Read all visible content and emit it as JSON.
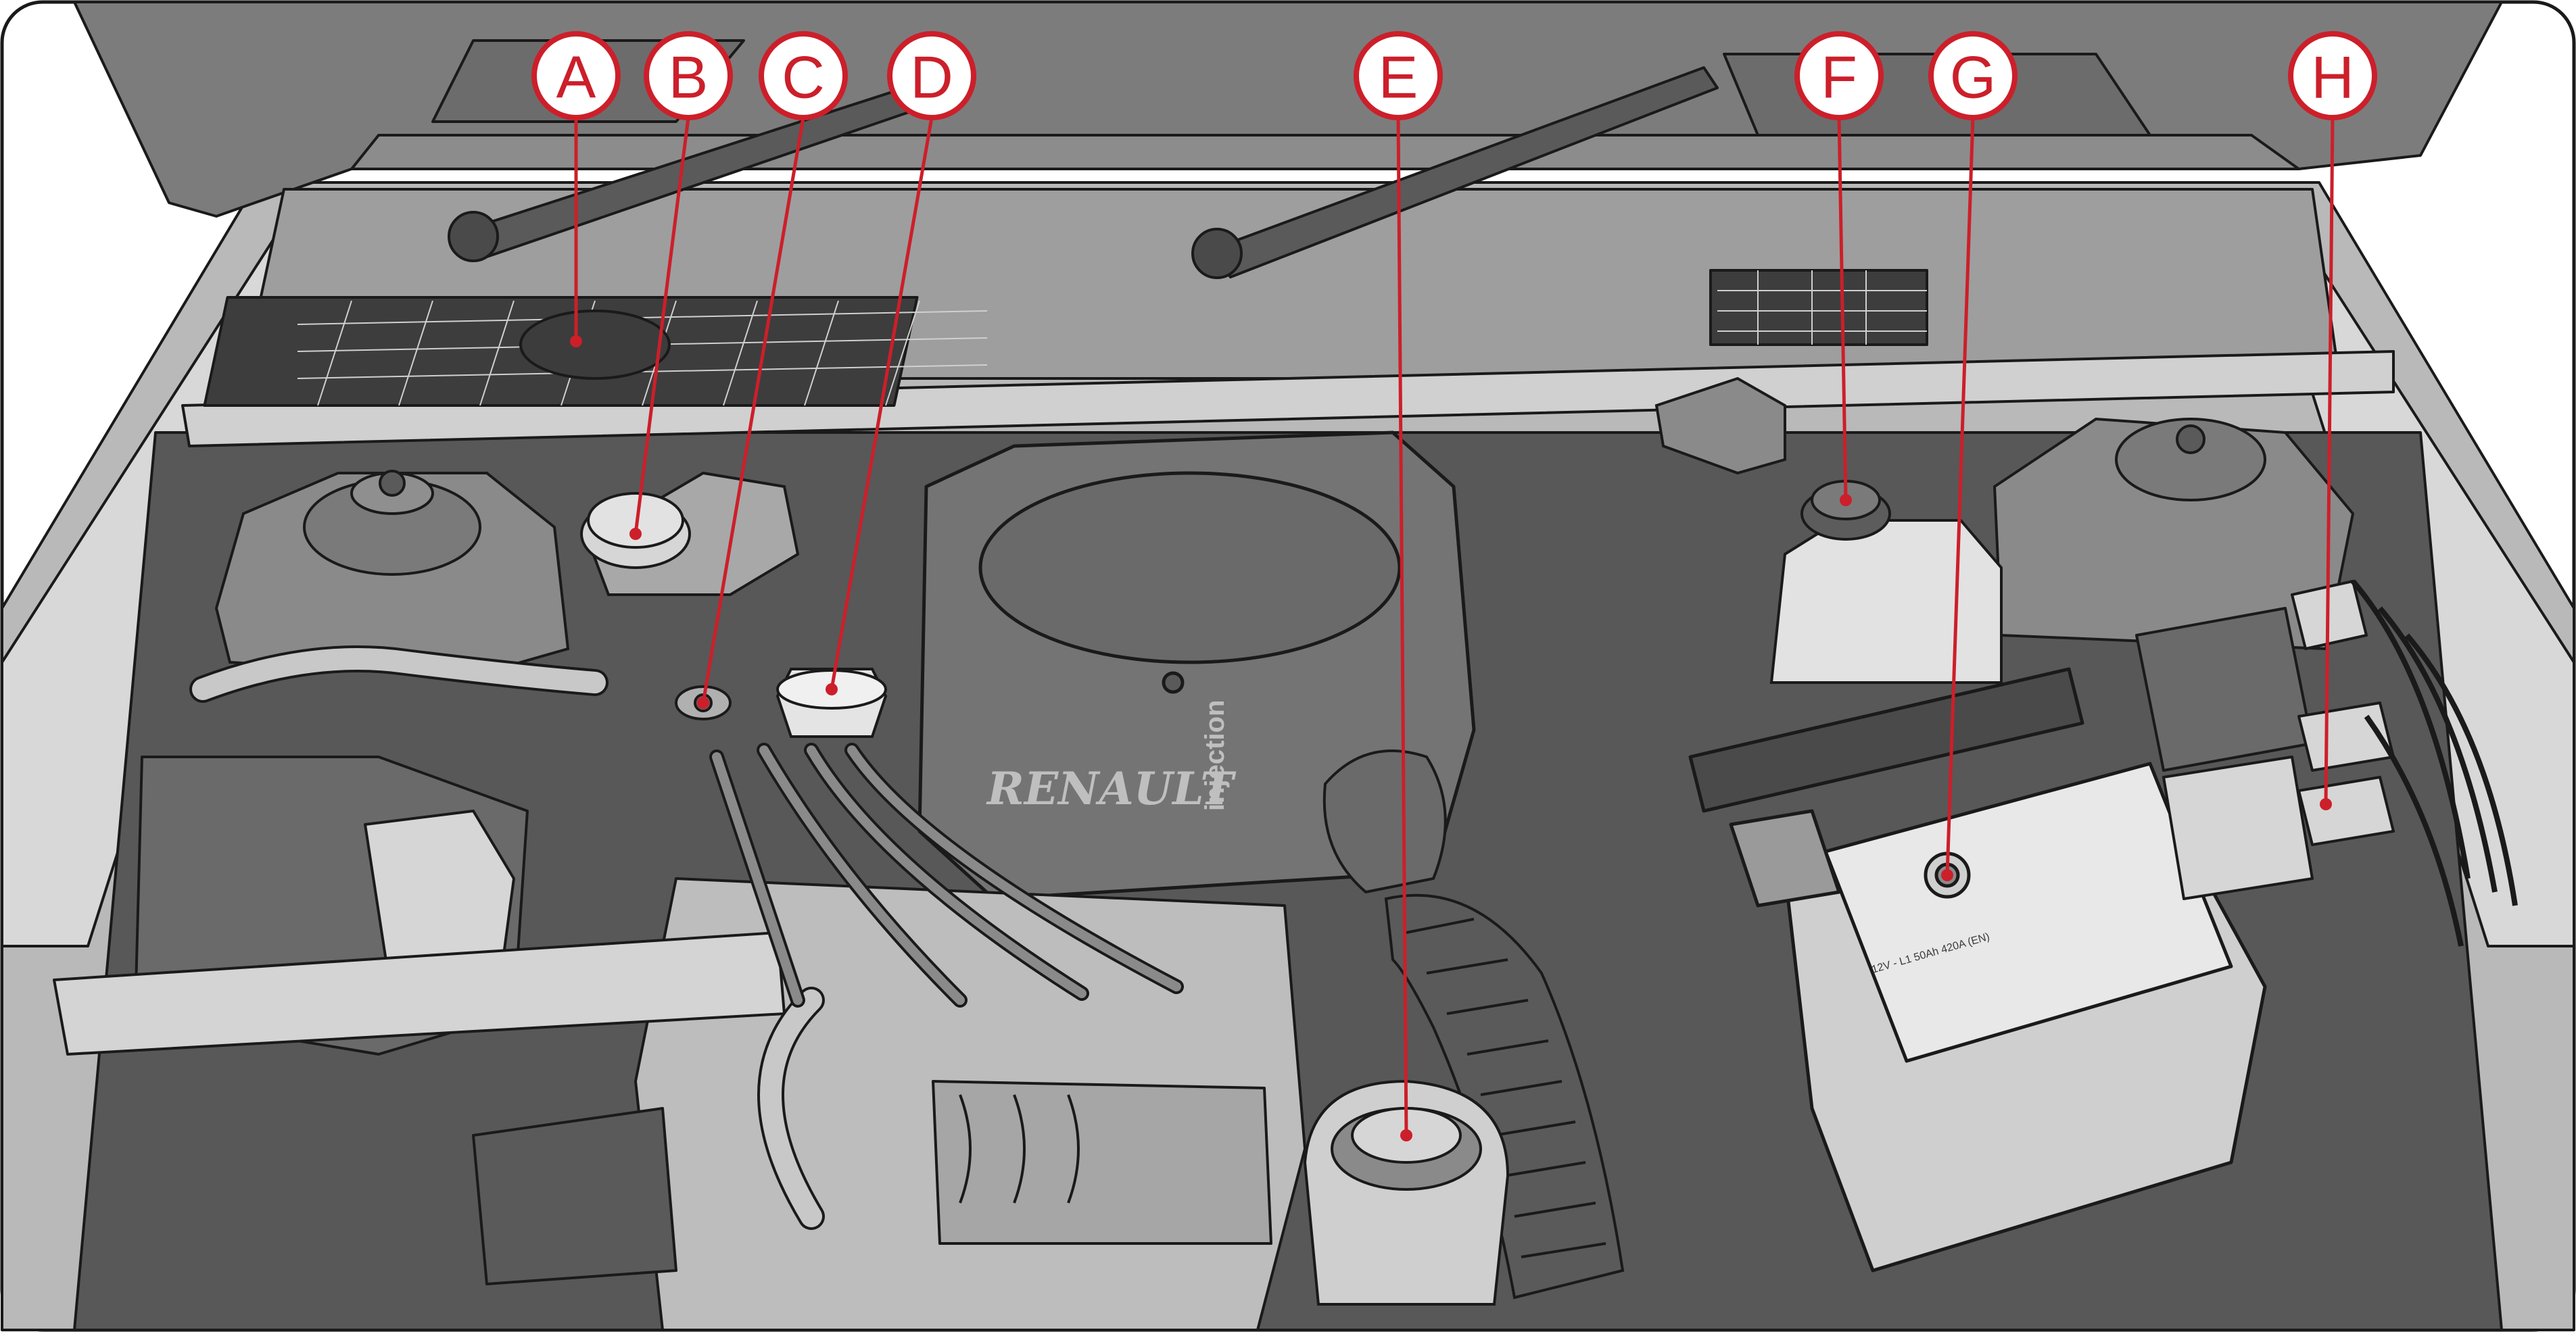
{
  "diagram": {
    "callouts": [
      {
        "letter": "A"
      },
      {
        "letter": "B"
      },
      {
        "letter": "C"
      },
      {
        "letter": "D"
      },
      {
        "letter": "E"
      },
      {
        "letter": "F"
      },
      {
        "letter": "G"
      },
      {
        "letter": "H"
      }
    ],
    "brand_logo": "RENAULT",
    "brand_sub": "injection",
    "battery_label": "12V - L1 50Ah 420A (EN)",
    "colors": {
      "callout_red": "#cc1f2a",
      "outline": "#1a1a1a",
      "body_light": "#d9d9d9",
      "body_mid": "#9a9a9a",
      "body_dark": "#6e6e6e",
      "shadow": "#4a4a4a"
    }
  }
}
